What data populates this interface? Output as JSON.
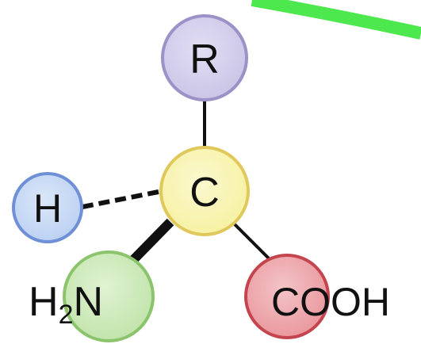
{
  "molecule": {
    "center": {
      "label": "C",
      "fill": "#f6f1a0",
      "stroke": "#e0c85a"
    },
    "r_group": {
      "label": "R",
      "fill": "#c9c3e6",
      "stroke": "#9c92c8"
    },
    "hydrogen": {
      "label": "H",
      "fill": "#b9cff2",
      "stroke": "#6f8fd6"
    },
    "amino": {
      "label_main": "H",
      "label_sub": "2",
      "label_tail": "N",
      "fill": "#bfe3a8",
      "stroke": "#8cc46e"
    },
    "carboxyl": {
      "label": "COOH",
      "fill": "#e9959b",
      "stroke": "#c4454e"
    }
  },
  "decor": {
    "arc_color": "#4de84d",
    "bond_color": "#111111"
  }
}
